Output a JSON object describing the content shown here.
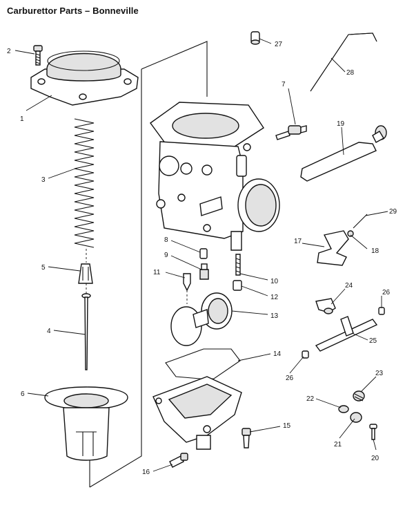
{
  "title": "Carburettor Parts – Bonneville",
  "callouts": {
    "c1": "1",
    "c2": "2",
    "c3": "3",
    "c4": "4",
    "c5": "5",
    "c6": "6",
    "c7": "7",
    "c8": "8",
    "c9": "9",
    "c10": "10",
    "c11": "11",
    "c12": "12",
    "c13": "13",
    "c14": "14",
    "c15": "15",
    "c16": "16",
    "c17": "17",
    "c18": "18",
    "c19": "19",
    "c20": "20",
    "c21": "21",
    "c22": "22",
    "c23": "23",
    "c24": "24",
    "c25": "25",
    "c26a": "26",
    "c26b": "26",
    "c27": "27",
    "c28": "28",
    "c29": "29"
  }
}
